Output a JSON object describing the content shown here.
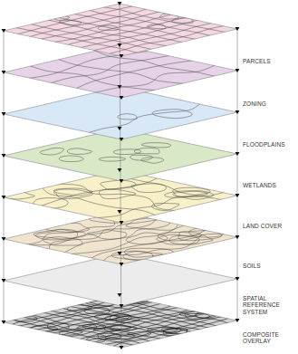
{
  "diagram": {
    "labels": [
      "PARCELS",
      "ZONING",
      "FLOODPLAINS",
      "WETLANDS",
      "LAND COVER",
      "SOILS",
      "SPATIAL REFERENCE SYSTEM",
      "COMPOSITE OVERLAY"
    ]
  }
}
